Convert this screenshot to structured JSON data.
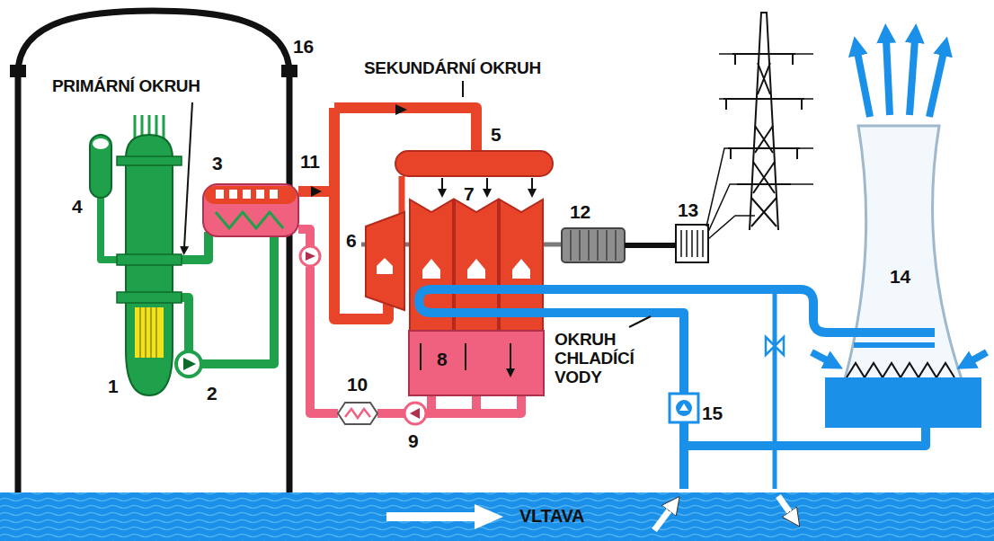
{
  "diagram": {
    "labels": [
      "16",
      "PRIMÁRNÍ OKRUH",
      "SEKUNDÁRNÍ OKRUH",
      "3",
      "11",
      "5",
      "4",
      "7",
      "6",
      "12",
      "13",
      "14",
      "1",
      "2",
      "OKRUH CHLADÍCÍ VODY",
      "10",
      "8",
      "15",
      "9",
      "VLTAVA"
    ]
  }
}
